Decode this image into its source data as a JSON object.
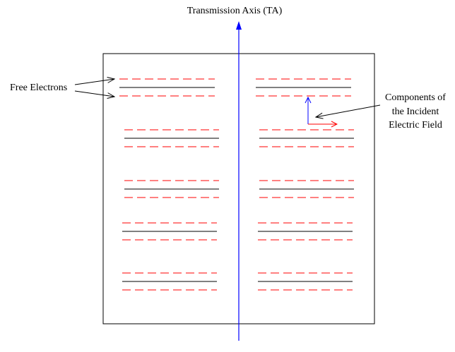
{
  "labels": {
    "axis": "Transmission Axis (TA)",
    "electrons": "Free Electrons",
    "field_line1": "Components of",
    "field_line2": "the Incident",
    "field_line3": "Electric Field"
  },
  "colors": {
    "axis": "#0000ff",
    "electrons": "#ff0000",
    "wire": "#000000",
    "frame": "#000000",
    "field_vertical": "#0000ff",
    "field_horizontal": "#ff0000"
  },
  "wire_rows": 5,
  "wire_columns": 2
}
